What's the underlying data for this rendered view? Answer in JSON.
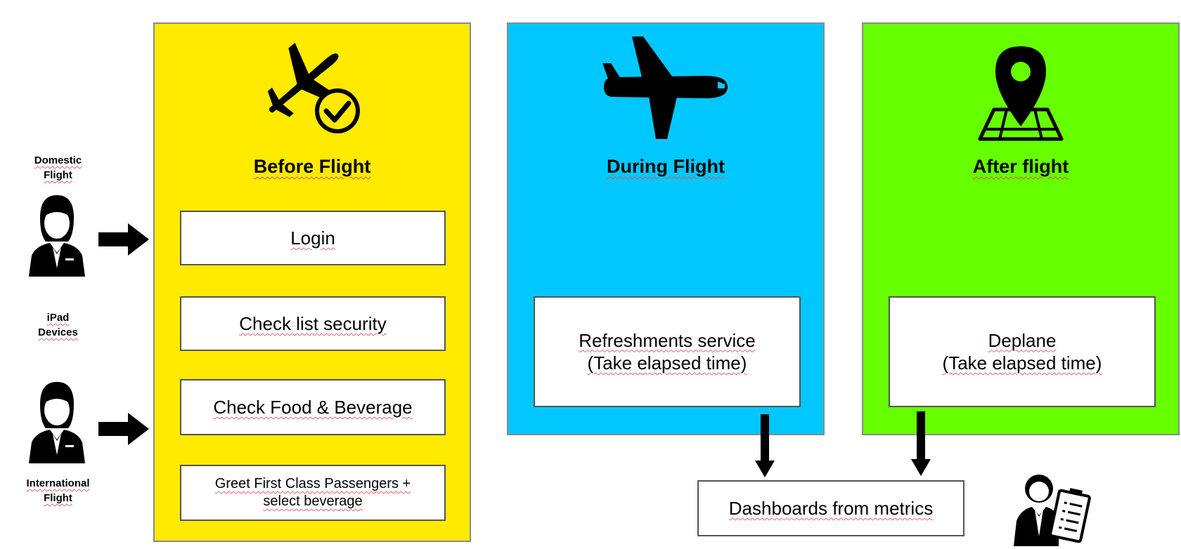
{
  "left": {
    "domestic_label": "Domestic\nFlight",
    "devices_label": "iPad\nDevices",
    "international_label": "International\nFlight",
    "icon": "flight-attendant-icon"
  },
  "before": {
    "title": "Before Flight",
    "color": "#ffea00",
    "icon": "airplane-check-icon",
    "items": [
      "Login",
      "Check list security",
      "Check Food & Beverage",
      "Greet First Class Passengers +\nselect beverage"
    ]
  },
  "during": {
    "title": "During Flight",
    "color": "#00c8ff",
    "icon": "airplane-icon",
    "box": "Refreshments service\n(Take elapsed time)"
  },
  "after": {
    "title": "After flight",
    "color": "#66ff00",
    "icon": "map-pin-icon",
    "box": "Deplane\n(Take elapsed time)"
  },
  "dashboard": {
    "label": "Dashboards from metrics",
    "icon": "manager-checklist-icon"
  }
}
